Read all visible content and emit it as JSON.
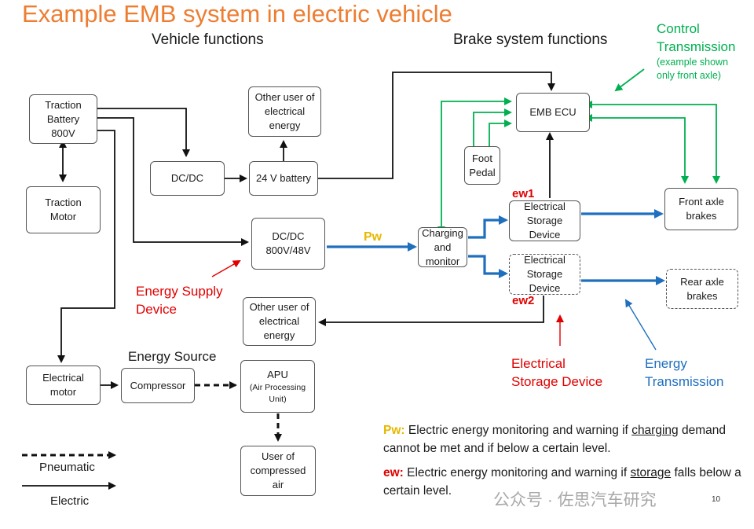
{
  "title": "Example EMB system in electric vehicle",
  "headings": {
    "vehicle": "Vehicle functions",
    "brake": "Brake system functions"
  },
  "boxes": {
    "traction_battery": "Traction\nBattery\n800V",
    "traction_motor": "Traction\nMotor",
    "dcdc1": "DC/DC",
    "battery24": "24 V battery",
    "other_user_top": "Other user of\nelectrical\nenergy",
    "dcdc2": "DC/DC\n800V/48V",
    "emb_ecu": "EMB ECU",
    "foot_pedal": "Foot\nPedal",
    "charging": "Charging\nand\nmonitor",
    "storage1": "Electrical\nStorage\nDevice",
    "storage2": "Electrical\nStorage\nDevice",
    "front_brakes": "Front axle\nbrakes",
    "rear_brakes": "Rear axle\nbrakes",
    "other_user_mid": "Other user of\nelectrical\nenergy",
    "electrical_motor": "Electrical\nmotor",
    "compressor": "Compressor",
    "apu": "APU",
    "apu_sub": "(Air Processing\nUnit)",
    "user_air": "User of\ncompressed\nair"
  },
  "labels": {
    "control_transmission": "Control\nTransmission",
    "control_note": "(example shown\nonly front axle)",
    "pw": "Pw",
    "ew1": "ew1",
    "ew2": "ew2",
    "energy_supply": "Energy Supply\nDevice",
    "energy_source": "Energy Source",
    "storage_device": "Electrical\nStorage Device",
    "energy_transmission": "Energy\nTransmission",
    "pneumatic": "Pneumatic",
    "electric": "Electric"
  },
  "notes": {
    "pw_key": "Pw:",
    "pw_text_a": " Electric energy monitoring and warning if ",
    "pw_underline": "charging",
    "pw_text_b": " demand cannot be met and if below a certain level.",
    "ew_key": "ew:",
    "ew_text_a": " Electric energy monitoring and warning if ",
    "ew_underline": "storage",
    "ew_text_b": " falls below a certain level."
  },
  "watermark": "公众号 · 佐思汽车研究",
  "page_number": "10",
  "colors": {
    "title": "#ed7d31",
    "control": "#00b050",
    "energy": "#1f6fbf",
    "highlight_red": "#e00000",
    "pw": "#e6b800"
  }
}
